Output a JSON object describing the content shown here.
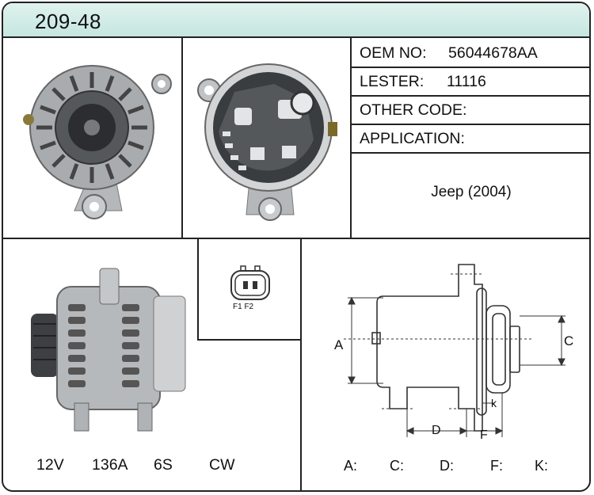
{
  "header": {
    "title": "209-48"
  },
  "info": {
    "oem_label": "OEM NO:",
    "oem_value": "56044678AA",
    "lester_label": "LESTER:",
    "lester_value": "11116",
    "other_label": "OTHER CODE:",
    "application_label": "APPLICATION:",
    "application_value": "Jeep (2004)"
  },
  "connector": {
    "pins_label": "F1 F2"
  },
  "specs": {
    "voltage": "12V",
    "amperage": "136A",
    "pulley": "6S",
    "rotation": "CW"
  },
  "diagram": {
    "labels": {
      "a": "A",
      "c": "C",
      "d": "D",
      "f": "F",
      "k": "k"
    }
  },
  "dimensions": {
    "a_label": "A:",
    "c_label": "C:",
    "d_label": "D:",
    "f_label": "F:",
    "k_label": "K:"
  },
  "colors": {
    "header_bg": "#c6e6df",
    "border": "#222222",
    "metal": "#b9bcbf",
    "dark": "#3a3d40"
  },
  "icons": [
    "alternator-front-photo",
    "alternator-rear-photo",
    "alternator-side-photo",
    "connector-plug-icon",
    "dimension-drawing"
  ]
}
